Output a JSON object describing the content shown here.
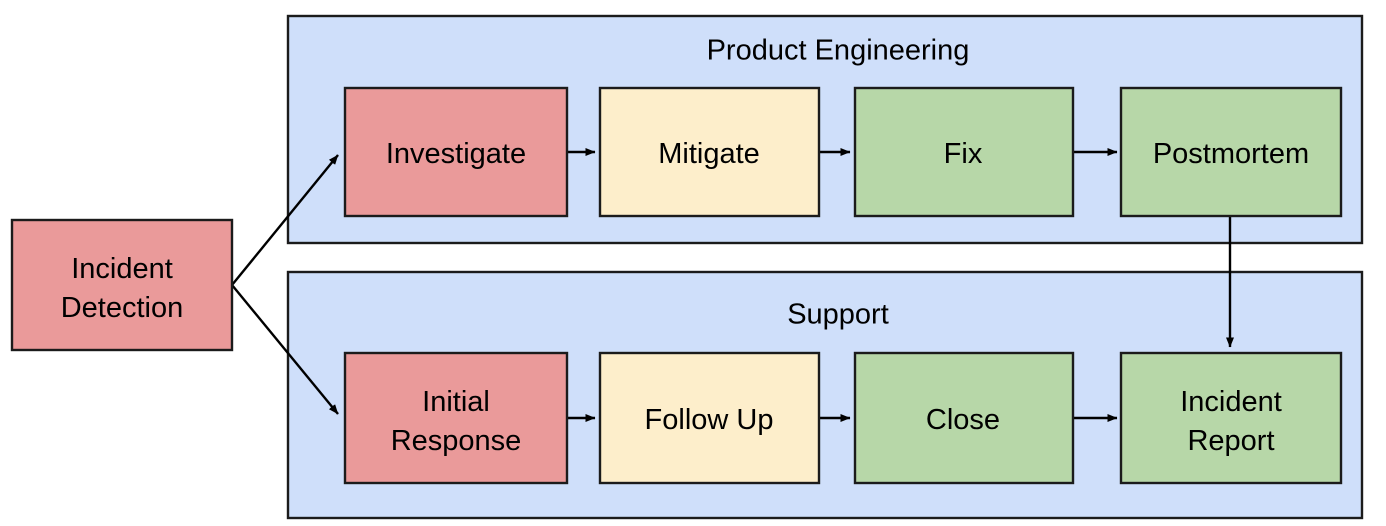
{
  "diagram": {
    "title_bar": null,
    "background_color": "#ffffff",
    "palette": {
      "pool_fill": "#cfdffa",
      "red_fill": "#ea9a9a",
      "yellow_fill": "#fdeecb",
      "green_fill": "#b7d7a8",
      "stroke": "#1b1b1b",
      "text": "#000000"
    },
    "start_node": {
      "label_line1": "Incident",
      "label_line2": "Detection",
      "color": "#ea9a9a"
    },
    "pools": [
      {
        "title": "Product Engineering",
        "nodes": [
          {
            "label_line1": "Investigate",
            "label_line2": "",
            "color": "#ea9a9a"
          },
          {
            "label_line1": "Mitigate",
            "label_line2": "",
            "color": "#fdeecb"
          },
          {
            "label_line1": "Fix",
            "label_line2": "",
            "color": "#b7d7a8"
          },
          {
            "label_line1": "Postmortem",
            "label_line2": "",
            "color": "#b7d7a8"
          }
        ]
      },
      {
        "title": "Support",
        "nodes": [
          {
            "label_line1": "Initial",
            "label_line2": "Response",
            "color": "#ea9a9a"
          },
          {
            "label_line1": "Follow Up",
            "label_line2": "",
            "color": "#fdeecb"
          },
          {
            "label_line1": "Close",
            "label_line2": "",
            "color": "#b7d7a8"
          },
          {
            "label_line1": "Incident",
            "label_line2": "Report",
            "color": "#b7d7a8"
          }
        ]
      }
    ],
    "connections": [
      {
        "from": "Incident Detection",
        "to": "Investigate"
      },
      {
        "from": "Incident Detection",
        "to": "Initial Response"
      },
      {
        "from": "Investigate",
        "to": "Mitigate"
      },
      {
        "from": "Mitigate",
        "to": "Fix"
      },
      {
        "from": "Fix",
        "to": "Postmortem"
      },
      {
        "from": "Postmortem",
        "to": "Incident Report"
      },
      {
        "from": "Initial Response",
        "to": "Follow Up"
      },
      {
        "from": "Follow Up",
        "to": "Close"
      },
      {
        "from": "Close",
        "to": "Incident Report"
      }
    ]
  }
}
